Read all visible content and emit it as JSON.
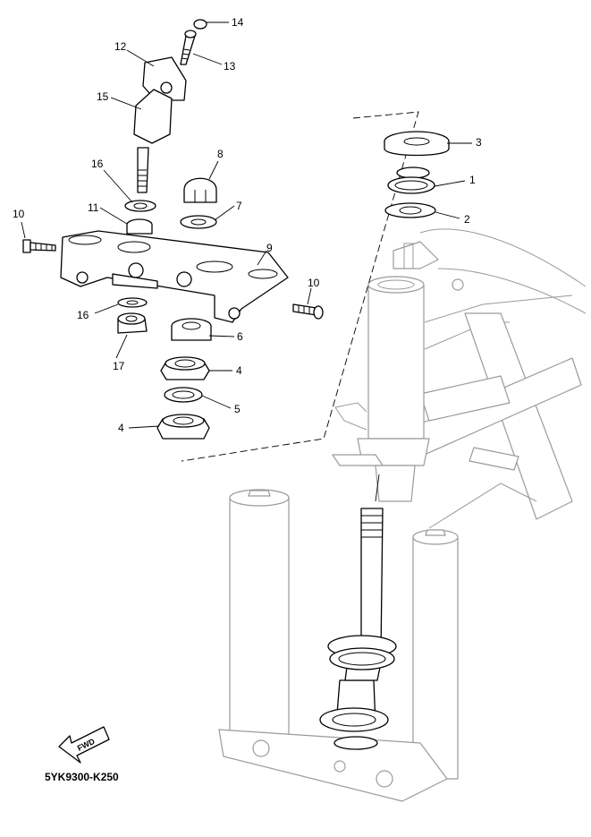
{
  "diagram_code": "5YK9300-K250",
  "fwd_label": "FWD",
  "callouts": {
    "c1": "1",
    "c2": "2",
    "c3": "3",
    "c4a": "4",
    "c4b": "4",
    "c5": "5",
    "c6": "6",
    "c7": "7",
    "c8": "8",
    "c9": "9",
    "c10a": "10",
    "c10b": "10",
    "c11": "11",
    "c12": "12",
    "c13": "13",
    "c14": "14",
    "c15": "15",
    "c16a": "16",
    "c16b": "16",
    "c17": "17"
  }
}
